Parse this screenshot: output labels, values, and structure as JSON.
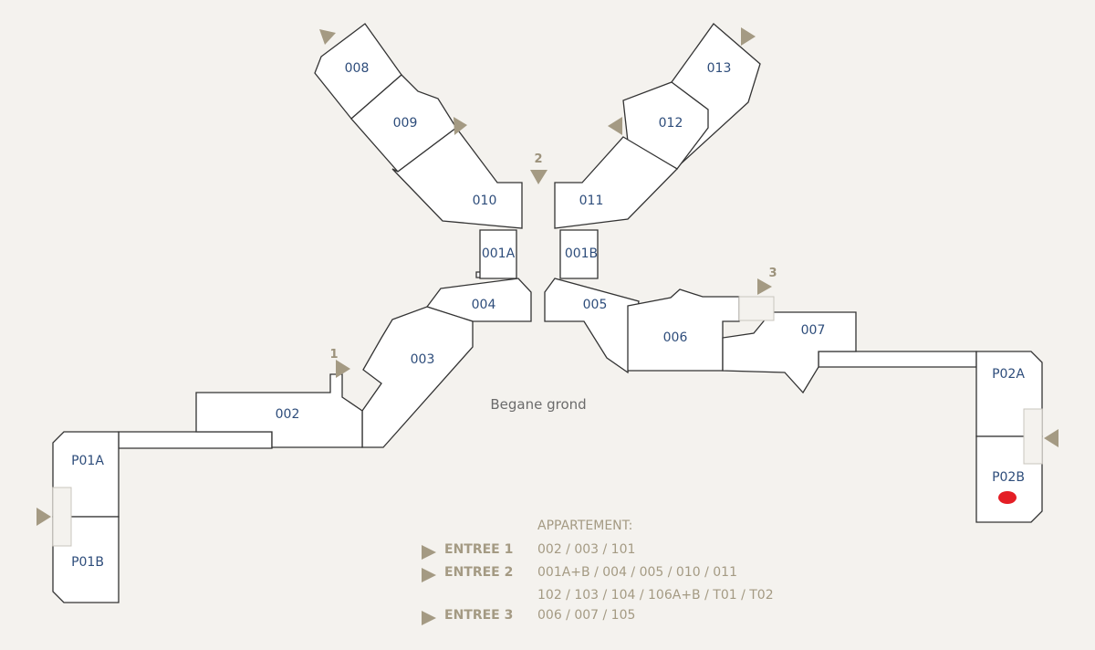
{
  "floor": {
    "name": "Begane grond"
  },
  "units": {
    "u008": "008",
    "u009": "009",
    "u010": "010",
    "u011": "011",
    "u012": "012",
    "u013": "013",
    "u001A": "001A",
    "u001B": "001B",
    "u004": "004",
    "u005": "005",
    "u003": "003",
    "u002": "002",
    "u006": "006",
    "u007": "007",
    "uP01A": "P01A",
    "uP01B": "P01B",
    "uP02A": "P02A",
    "uP02B": "P02B"
  },
  "entrances": {
    "e1": "1",
    "e2": "2",
    "e3": "3"
  },
  "legend": {
    "title": "APPARTEMENT:",
    "rows": [
      {
        "name": "ENTREE 1",
        "apartments": "002 / 003 / 101"
      },
      {
        "name": "ENTREE 2",
        "apartments": "001A+B / 004 / 005 / 010 / 011",
        "apartments_cont": "102 / 103 / 104 / 106A+B / T01 / T02"
      },
      {
        "name": "ENTREE 3",
        "apartments": "006 / 007 / 105"
      }
    ]
  },
  "marker": {
    "unit": "P02B",
    "color": "#e41e25"
  },
  "colors": {
    "background": "#f4f2ee",
    "unit_label": "#2e4d7b",
    "accent": "#a49a83",
    "wall": "#333333"
  }
}
